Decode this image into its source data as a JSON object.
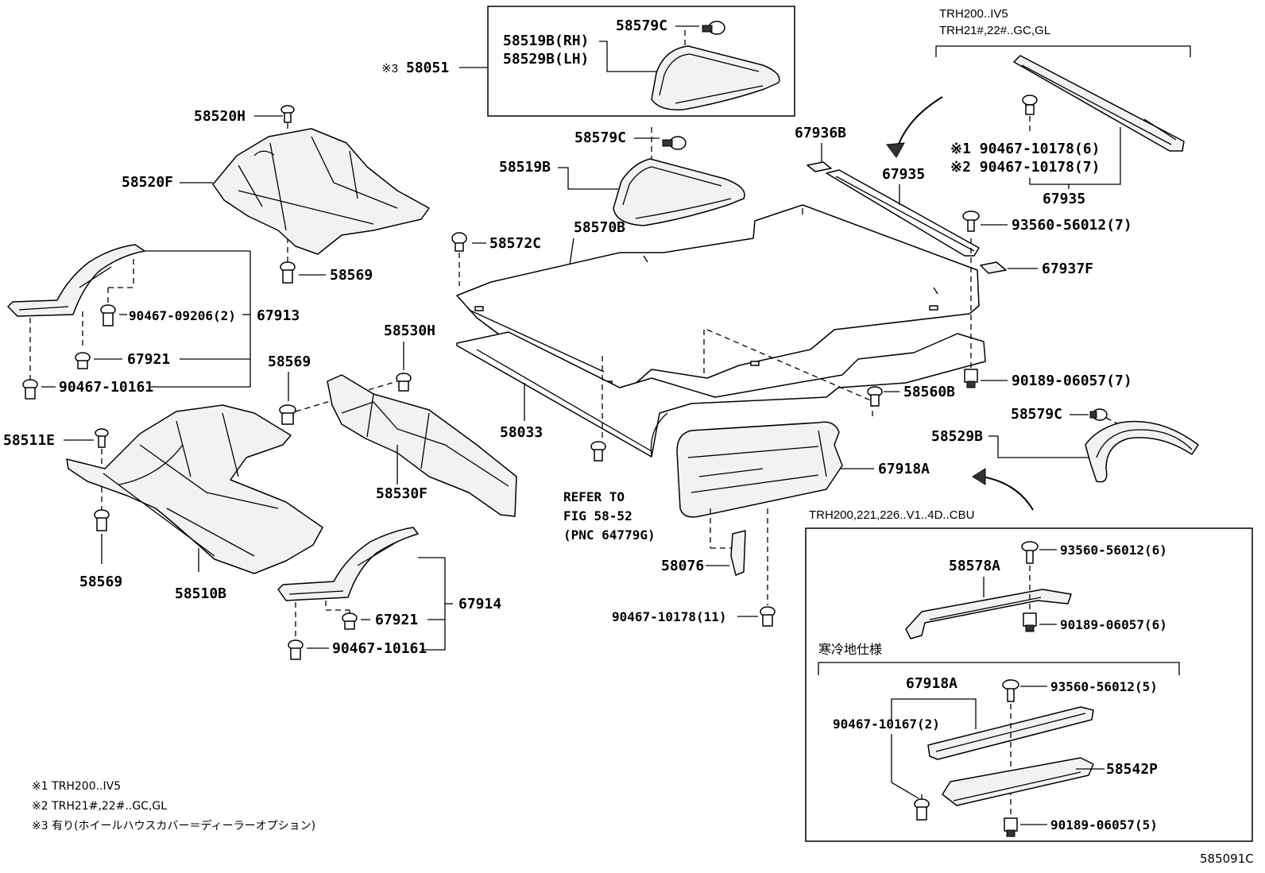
{
  "labels": {
    "p58520H": "58520H",
    "p58520F": "58520F",
    "p58569_top": "58569",
    "p58051": "58051",
    "p58051_mark": "※3",
    "p58519B_RH": "58519B(RH)",
    "p58529B_LH": "58529B(LH)",
    "p58579C_box": "58579C",
    "p58579C_mid": "58579C",
    "p58519B": "58519B",
    "p58570B": "58570B",
    "p58572C": "58572C",
    "p67936B": "67936B",
    "p67935_mid": "67935",
    "p67937F": "67937F",
    "p93560_7": "93560-56012(7)",
    "p90189_7": "90189-06057(7)",
    "trh200_iv5": "TRH200..IV5",
    "trh21_gcgl": "TRH21#,22#..GC,GL",
    "note1_ref": "※1 90467-10178(6)",
    "note2_ref": "※2 90467-10178(7)",
    "p67935_right": "67935",
    "p90467_09206": "90467-09206(2)",
    "p67913": "67913",
    "p67921_left": "67921",
    "p90467_10161_left": "90467-10161",
    "p58569_mid": "58569",
    "p58530H": "58530H",
    "p58511E": "58511E",
    "p58569_bottom": "58569",
    "p58510B": "58510B",
    "p58530F": "58530F",
    "p58033": "58033",
    "refer_to": "REFER TO",
    "fig_58_52": "FIG 58-52",
    "pnc_64779G": "(PNC 64779G)",
    "p58560B": "58560B",
    "p58579C_right": "58579C",
    "p58529B_right": "58529B",
    "p67918A_mid": "67918A",
    "p58076": "58076",
    "p90467_10178_11": "90467-10178(11)",
    "p67921_bottom": "67921",
    "p67914": "67914",
    "p90467_10161_bottom": "90467-10161",
    "trh_cbu": "TRH200,221,226..V1..4D..CBU",
    "p58578A": "58578A",
    "p93560_6": "93560-56012(6)",
    "p90189_6": "90189-06057(6)",
    "cold_spec": "寒冷地仕様",
    "p67918A_box": "67918A",
    "p93560_5": "93560-56012(5)",
    "p90467_10167": "90467-10167(2)",
    "p58542P": "58542P",
    "p90189_5": "90189-06057(5)",
    "footnote1": "※1  TRH200..IV5",
    "footnote2": "※2  TRH21#,22#..GC,GL",
    "footnote3": "※3  有り(ホイールハウスカバー＝ディーラーオプション)",
    "figure_id": "585091C"
  }
}
